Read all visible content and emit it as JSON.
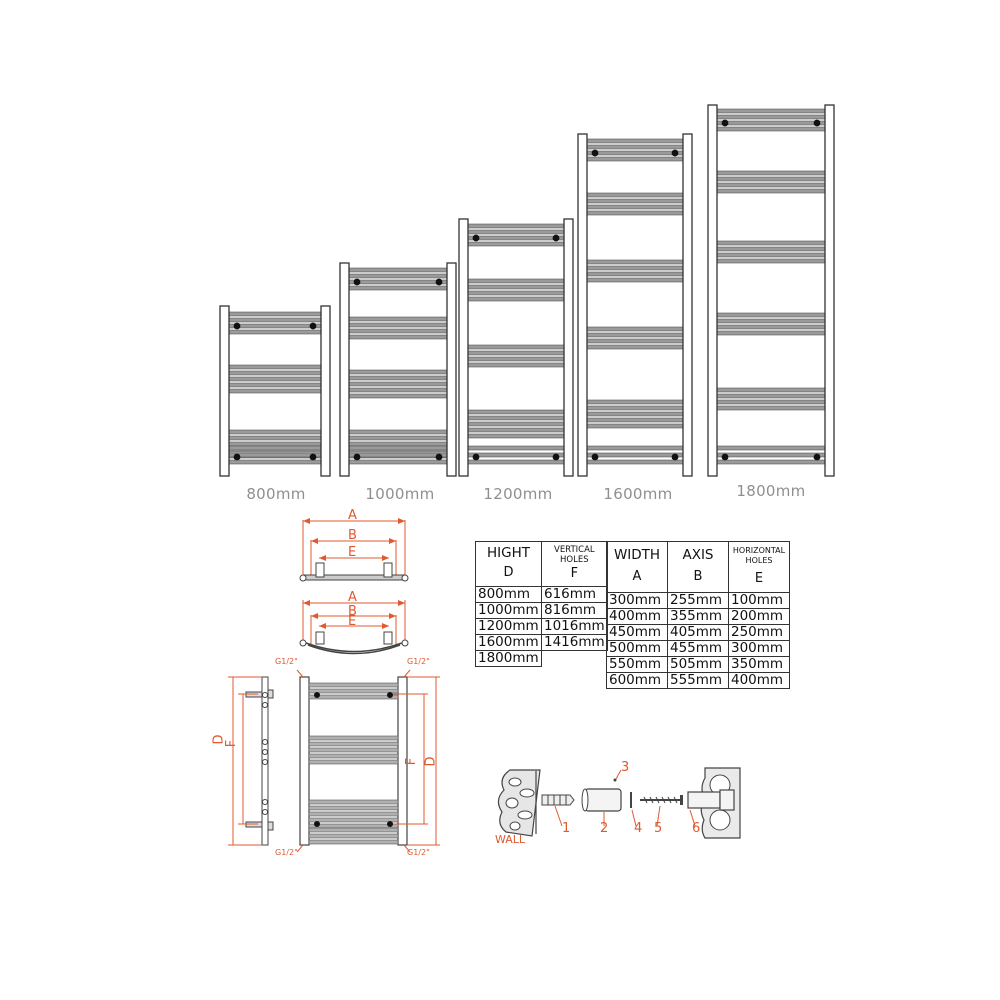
{
  "radiators": [
    {
      "label": "800mm"
    },
    {
      "label": "1000mm"
    },
    {
      "label": "1200mm"
    },
    {
      "label": "1600mm"
    },
    {
      "label": "1800mm"
    }
  ],
  "plan_views": {
    "straight": {
      "a": "A",
      "b": "B",
      "e": "E"
    },
    "curved": {
      "a": "A",
      "b": "B",
      "e": "E"
    }
  },
  "elevation": {
    "d": "D",
    "f": "F",
    "pipe_top_left": "G1/2\"",
    "pipe_top_right": "G1/2\"",
    "pipe_bottom_left": "G1/2\"",
    "pipe_bottom_right": "G1/2\""
  },
  "height_table": {
    "header_hight": "HIGHT",
    "header_d": "D",
    "header_vertical": "VERTICAL",
    "header_holes": "HOLES",
    "header_f": "F",
    "rows": [
      [
        "800mm",
        "616mm"
      ],
      [
        "1000mm",
        "816mm"
      ],
      [
        "1200mm",
        "1016mm"
      ],
      [
        "1600mm",
        "1416mm"
      ],
      [
        "1800mm",
        ""
      ]
    ]
  },
  "width_table": {
    "header_width": "WIDTH",
    "header_a": "A",
    "header_axis": "AXIS",
    "header_b": "B",
    "header_horizontal": "HORIZONTAL",
    "header_holes": "HOLES",
    "header_e": "E",
    "rows": [
      [
        "300mm",
        "255mm",
        "100mm"
      ],
      [
        "400mm",
        "355mm",
        "200mm"
      ],
      [
        "450mm",
        "405mm",
        "250mm"
      ],
      [
        "500mm",
        "455mm",
        "300mm"
      ],
      [
        "550mm",
        "505mm",
        "350mm"
      ],
      [
        "600mm",
        "555mm",
        "400mm"
      ]
    ]
  },
  "mounting": {
    "wall": "WALL",
    "parts": [
      "1",
      "2",
      "3",
      "4",
      "5",
      "6"
    ]
  },
  "colors": {
    "dimension": "#e0592f",
    "rail": "#9a9a9a",
    "label": "#8f8f8f"
  }
}
